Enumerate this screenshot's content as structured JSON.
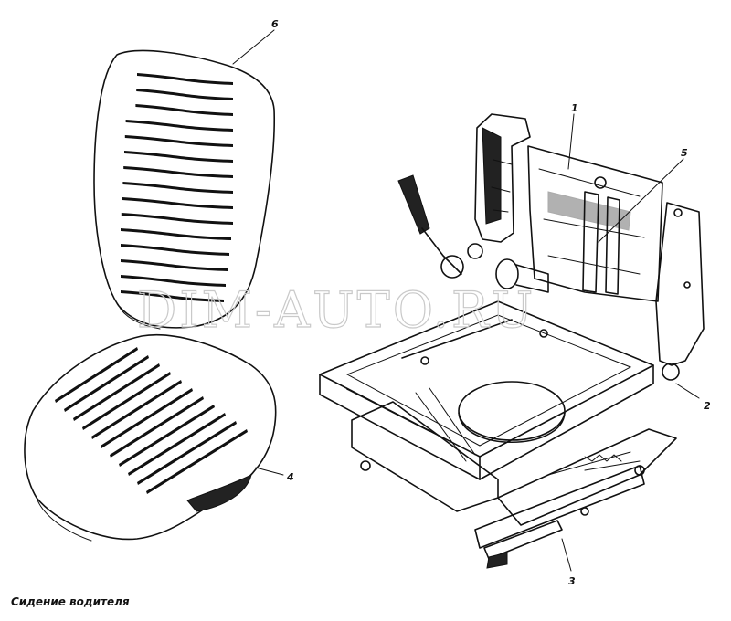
{
  "diagram": {
    "caption": "Сидение водителя",
    "watermark": "DIM-AUTO.RU",
    "callouts": [
      {
        "id": "1",
        "label": "1"
      },
      {
        "id": "2",
        "label": "2"
      },
      {
        "id": "3",
        "label": "3"
      },
      {
        "id": "4",
        "label": "4"
      },
      {
        "id": "5",
        "label": "5"
      },
      {
        "id": "6",
        "label": "6"
      }
    ]
  }
}
